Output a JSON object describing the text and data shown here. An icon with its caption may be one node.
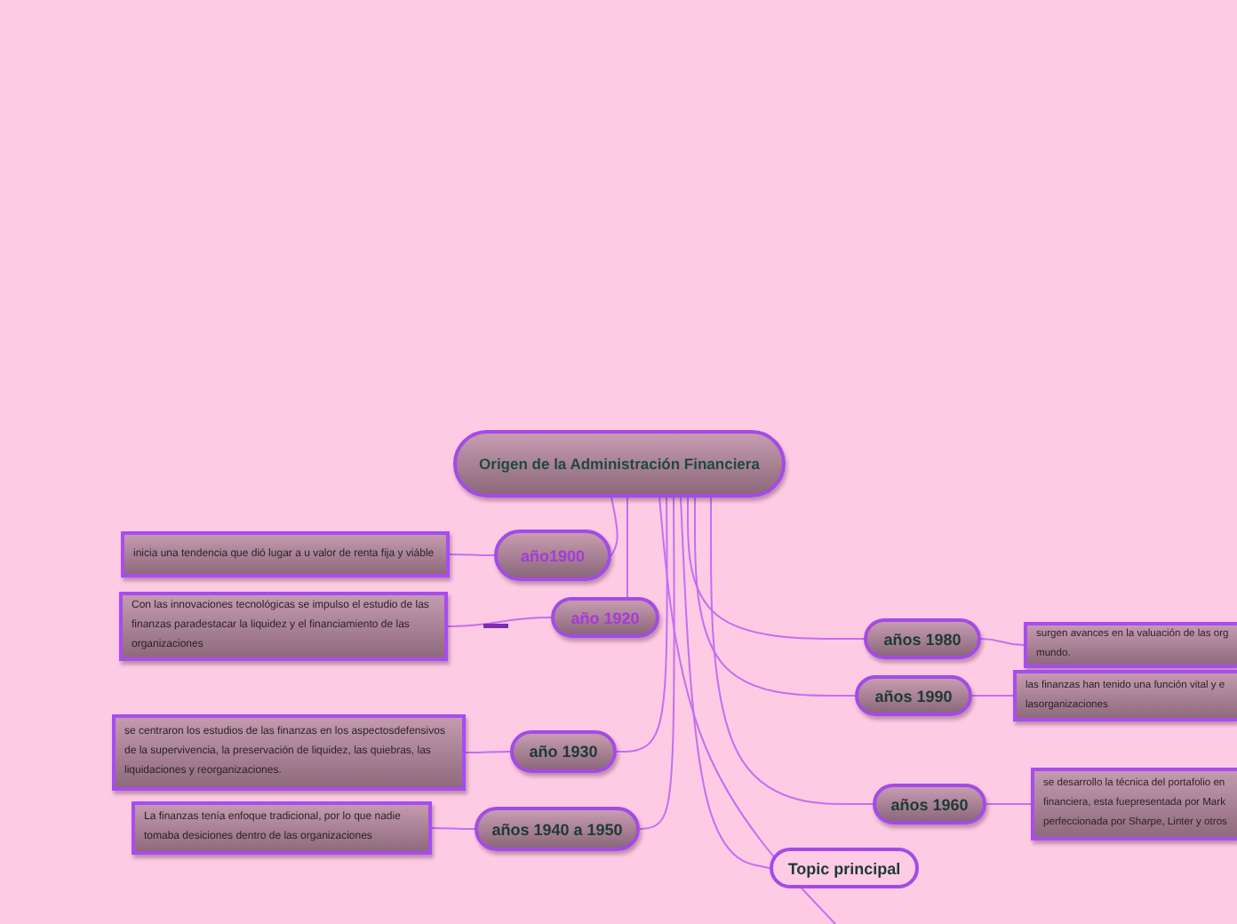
{
  "diagram": {
    "nodes": [
      {
        "text": [
          "Origen de la Administración Financiera"
        ]
      },
      {
        "text": [
          "año1900"
        ]
      },
      {
        "text": [
          "inicia una tendencia que dió lugar a u valor de renta fija y viáble"
        ]
      },
      {
        "text": [
          "año 1920"
        ]
      },
      {
        "text": [
          "Con las innovaciones tecnológicas se impulso el estudio de las finanzas paradestacar la liquidez y el financiamiento de las organizaciones"
        ]
      },
      {
        "text": [
          "año 1930"
        ]
      },
      {
        "text": [
          "se centraron los estudios de las finanzas en los aspectosdefensivos de la supervivencia, la preservación de liquidez, las quiebras, las liquidaciones y reorganizaciones."
        ]
      },
      {
        "text": [
          "años 1940 a 1950"
        ]
      },
      {
        "text": [
          "La finanzas tenía enfoque tradicional, por lo que nadie tomaba desiciones dentro de las organizaciones"
        ]
      },
      {
        "text": [
          "años 1980"
        ]
      },
      {
        "text": [
          "surgen avances en la valuación de las org mundo."
        ]
      },
      {
        "text": [
          "años 1990"
        ]
      },
      {
        "text": [
          "las finanzas han tenido una función vital y e lasorganizaciones"
        ]
      },
      {
        "text": [
          "años 1960"
        ]
      },
      {
        "text": [
          "se desarrollo la técnica del portafolio en financiera, esta fuepresentada por Mark perfeccionada por Sharpe, Linter y otros"
        ]
      },
      {
        "text": [
          "Topic principal"
        ]
      }
    ],
    "edges": [
      {
        "from": 0,
        "to": 1,
        "arrow": "none"
      },
      {
        "from": 1,
        "to": 2,
        "arrow": "none"
      },
      {
        "from": 0,
        "to": 3,
        "arrow": "none"
      },
      {
        "from": 3,
        "to": 4,
        "arrow": "none"
      },
      {
        "from": 0,
        "to": 5,
        "arrow": "none"
      },
      {
        "from": 5,
        "to": 6,
        "arrow": "none"
      },
      {
        "from": 0,
        "to": 7,
        "arrow": "none"
      },
      {
        "from": 7,
        "to": 8,
        "arrow": "none"
      },
      {
        "from": 0,
        "to": 9,
        "arrow": "none"
      },
      {
        "from": 9,
        "to": 10,
        "arrow": "none"
      },
      {
        "from": 0,
        "to": 11,
        "arrow": "none"
      },
      {
        "from": 11,
        "to": 12,
        "arrow": "none"
      },
      {
        "from": 0,
        "to": 13,
        "arrow": "none"
      },
      {
        "from": 13,
        "to": 14,
        "arrow": "none"
      },
      {
        "from": 0,
        "to": 15,
        "arrow": "none"
      },
      {
        "from": 0,
        "to": null,
        "arrow": "none"
      }
    ]
  }
}
